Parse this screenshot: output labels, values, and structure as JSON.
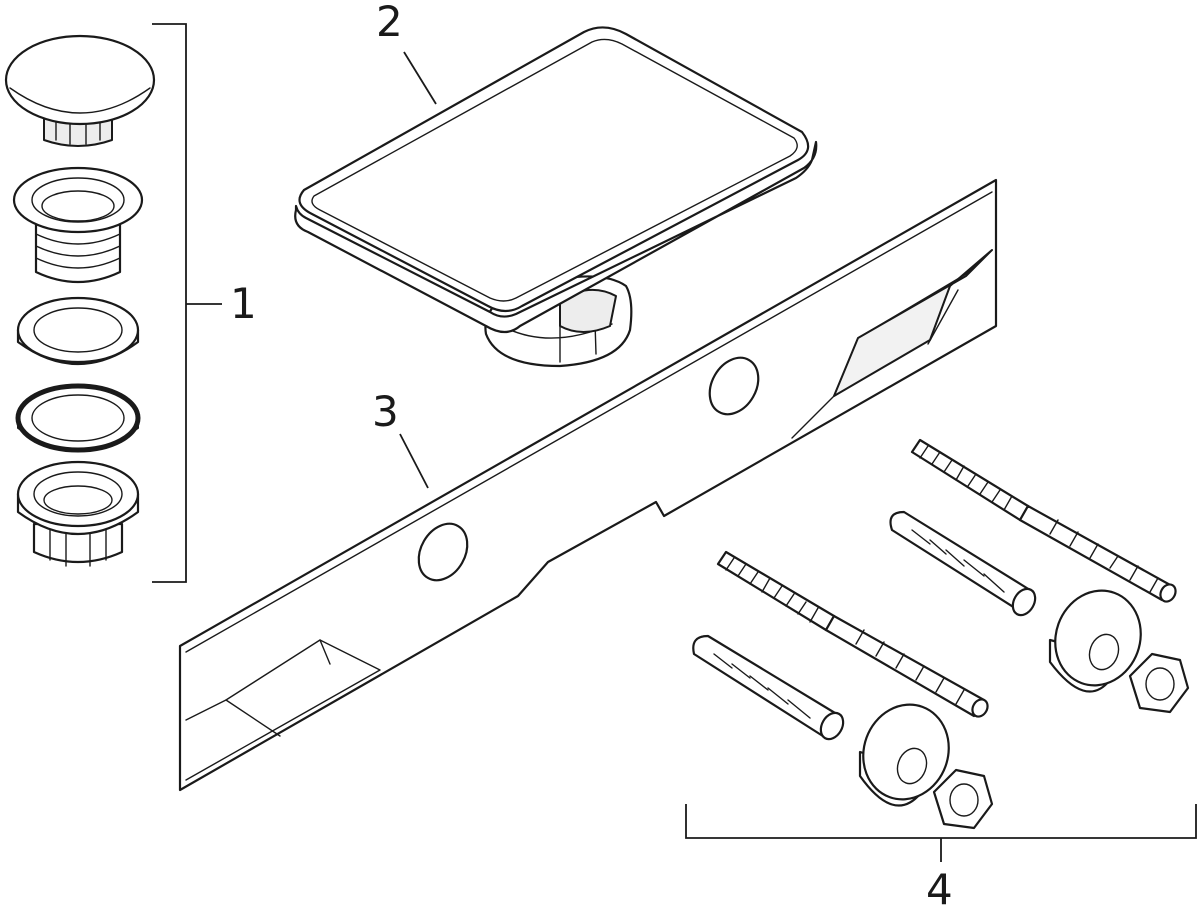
{
  "diagram": {
    "callouts": [
      {
        "id": "1"
      },
      {
        "id": "2"
      },
      {
        "id": "3"
      },
      {
        "id": "4"
      }
    ]
  }
}
